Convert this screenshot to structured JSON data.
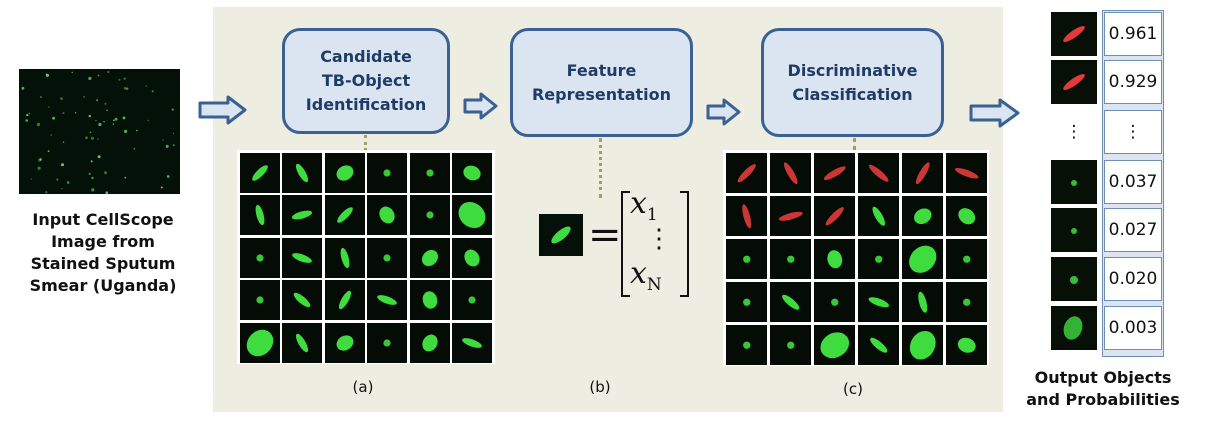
{
  "colors": {
    "panel_bg": "#eeede2",
    "box_fill": "#dbe5f1",
    "box_border": "#3b6193",
    "arrow_fill": "#dbe5f1",
    "arrow_stroke": "#3b6193",
    "green_object": "#3fdc3f",
    "red_object": "#e23b3b",
    "probability_border": "#6d8fb4"
  },
  "input_caption": "Input CellScope\nImage from\nStained Sputum\nSmear (Uganda)",
  "steps": [
    {
      "label": "Candidate\nTB-Object\nIdentification",
      "sublabel": "(a)"
    },
    {
      "label": "Feature\nRepresentation",
      "sublabel": "(b)"
    },
    {
      "label": "Discriminative\nClassification",
      "sublabel": "(c)"
    }
  ],
  "feature_vector": {
    "first": "x",
    "first_sub": "1",
    "ellipsis": "⋮",
    "last": "x",
    "last_sub": "N",
    "equals": "="
  },
  "output_caption": "Output Objects\nand Probabilities",
  "output_objects": [
    {
      "probability": "0.961",
      "color": "red"
    },
    {
      "probability": "0.929",
      "color": "red"
    },
    {
      "probability": "⋮",
      "color": "none"
    },
    {
      "probability": "0.037",
      "color": "green"
    },
    {
      "probability": "0.027",
      "color": "green"
    },
    {
      "probability": "0.020",
      "color": "green"
    },
    {
      "probability": "0.003",
      "color": "green"
    }
  ],
  "grid_a_shapes": [
    [
      "rod",
      "rod",
      "blob",
      "dot",
      "dot",
      "blob"
    ],
    [
      "rod",
      "rod",
      "rod",
      "blob",
      "dot",
      "big"
    ],
    [
      "dot",
      "rod",
      "rod",
      "dot",
      "blob",
      "blob"
    ],
    [
      "dot",
      "rod",
      "rod",
      "rod",
      "blob",
      "dot"
    ],
    [
      "big",
      "rod",
      "blob",
      "dot",
      "blob",
      "rod"
    ]
  ],
  "grid_c_shapes": [
    [
      "red",
      "red",
      "red",
      "red",
      "red",
      "red"
    ],
    [
      "red",
      "red",
      "red",
      "rod",
      "blob",
      "blob"
    ],
    [
      "dot",
      "dot",
      "blob",
      "dot",
      "big",
      "dot"
    ],
    [
      "dot",
      "rod",
      "dot",
      "rod",
      "rod",
      "dot"
    ],
    [
      "dot",
      "dot",
      "big",
      "rod",
      "big",
      "blob"
    ]
  ]
}
